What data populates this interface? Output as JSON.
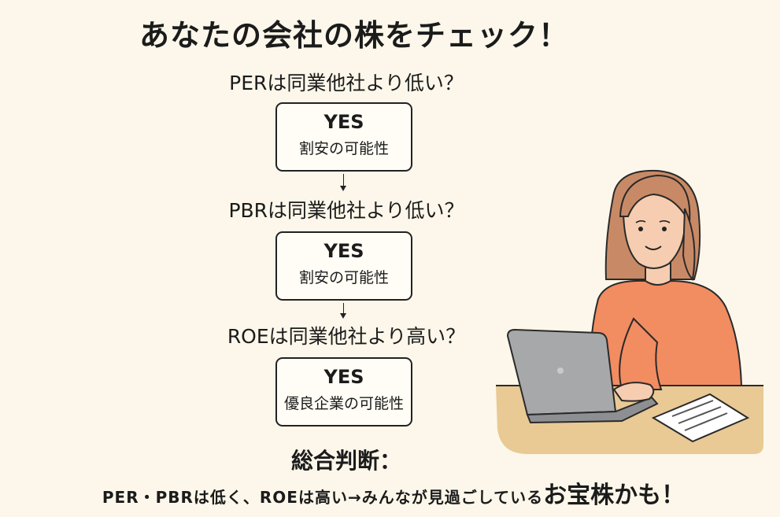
{
  "title": "あなたの会社の株をチェック！",
  "steps": [
    {
      "question": "PERは同業他社より低い？",
      "answer": "YES",
      "note": "割安の可能性"
    },
    {
      "question": "PBRは同業他社より低い？",
      "answer": "YES",
      "note": "割安の可能性"
    },
    {
      "question": "ROEは同業他社より高い？",
      "answer": "YES",
      "note": "優良企業の可能性"
    }
  ],
  "summary": {
    "heading": "総合判断：",
    "text": "PER・PBRは低く、ROEは高い→みんなが見過ごしている",
    "emphasis": "お宝株かも！"
  },
  "colors": {
    "background": "#fcf7ea",
    "sweater": "#f28c61",
    "laptop": "#a7a8aa",
    "desk": "#e9c994",
    "hair": "#c88a66"
  },
  "illustration": "woman-using-laptop"
}
